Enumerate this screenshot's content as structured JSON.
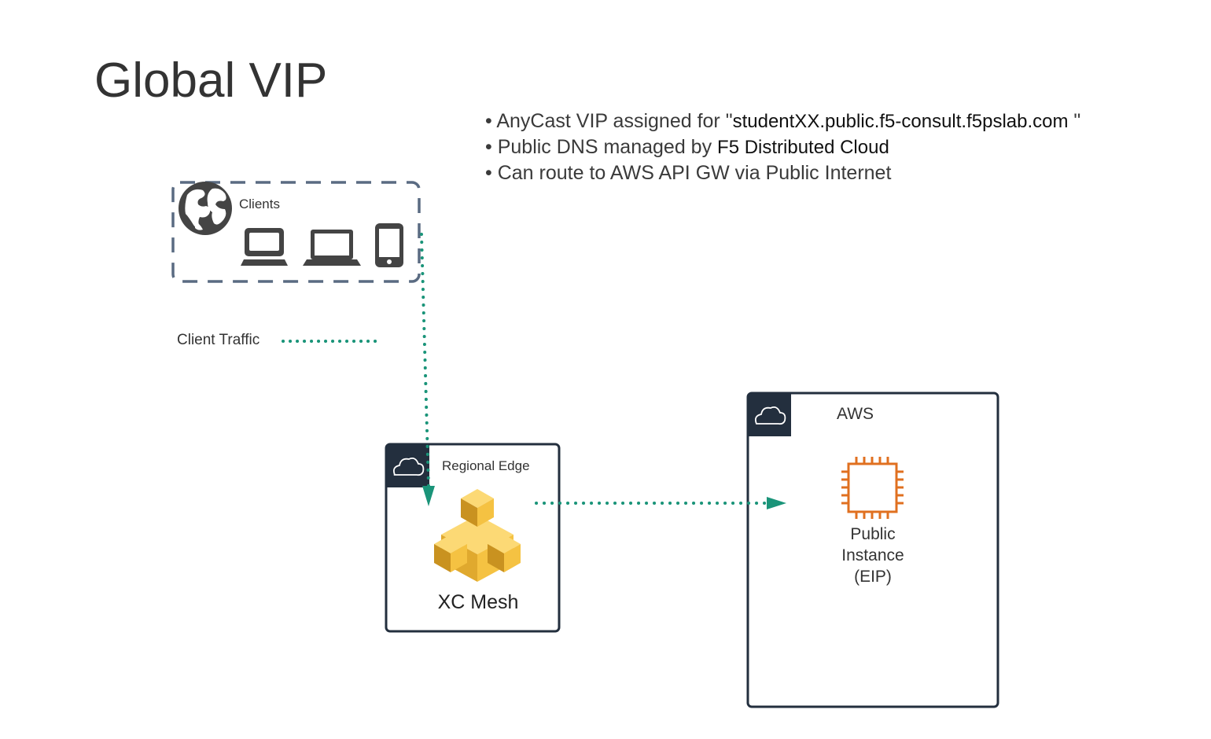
{
  "title": "Global VIP",
  "bullets": [
    {
      "prefix": "AnyCast VIP assigned for \"",
      "emphasis": "studentXX.public.f5-consult.f5pslab.com",
      "suffix": " \""
    },
    {
      "prefix": "Public DNS managed by ",
      "emphasis": "F5 Distributed Cloud",
      "suffix": ""
    },
    {
      "prefix": "Can route to AWS API GW via Public Internet",
      "emphasis": "",
      "suffix": ""
    }
  ],
  "bullet_char": "•",
  "clients_group": {
    "label": "Clients",
    "icons": [
      "globe-icon",
      "desktop-icon",
      "laptop-icon",
      "mobile-phone-icon"
    ]
  },
  "legend": {
    "client_traffic_label": "Client Traffic",
    "line_color": "#1a9479"
  },
  "regional_edge": {
    "label": "Regional Edge",
    "node_label": "XC Mesh",
    "icon": "cloud-icon"
  },
  "aws": {
    "label": "AWS",
    "icon": "cloud-icon",
    "instance_label_lines": [
      "Public",
      "Instance",
      "(EIP)"
    ],
    "instance_icon": "ec2-chip-icon"
  },
  "colors": {
    "container_border": "#232f3e",
    "dashed_border": "#5a6b82",
    "traffic": "#1a9479",
    "chip": "#e07020",
    "cube_light": "#fcd975",
    "cube_mid": "#f5c242",
    "cube_dark": "#c99220"
  }
}
